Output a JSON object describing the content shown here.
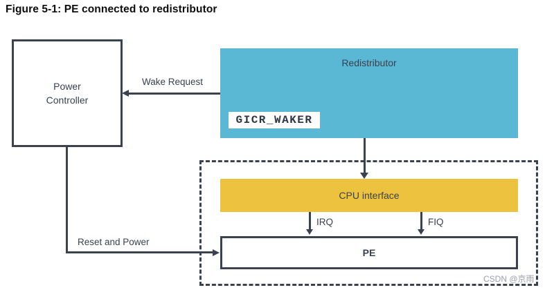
{
  "figure": {
    "title": "Figure 5-1: PE connected to redistributor"
  },
  "diagram": {
    "power_controller": {
      "label": "Power Controller"
    },
    "redistributor": {
      "label": "Redistributor",
      "register_label": "GICR_WAKER"
    },
    "cpu_interface": {
      "label": "CPU interface"
    },
    "pe": {
      "label": "PE"
    },
    "edges": {
      "wake_request": {
        "label": "Wake Request"
      },
      "reset_and_power": {
        "label": "Reset and Power"
      },
      "irq": {
        "label": "IRQ"
      },
      "fiq": {
        "label": "FIQ"
      }
    }
  },
  "watermark": "CSDN @京雨",
  "colors": {
    "redistributor_fill": "#5bb8d5",
    "cpu_interface_fill": "#ecc23f",
    "line": "#3a4250",
    "box_text": "#39414e",
    "title_text": "#0d0d0d",
    "watermark_text": "#9aa1a8"
  }
}
